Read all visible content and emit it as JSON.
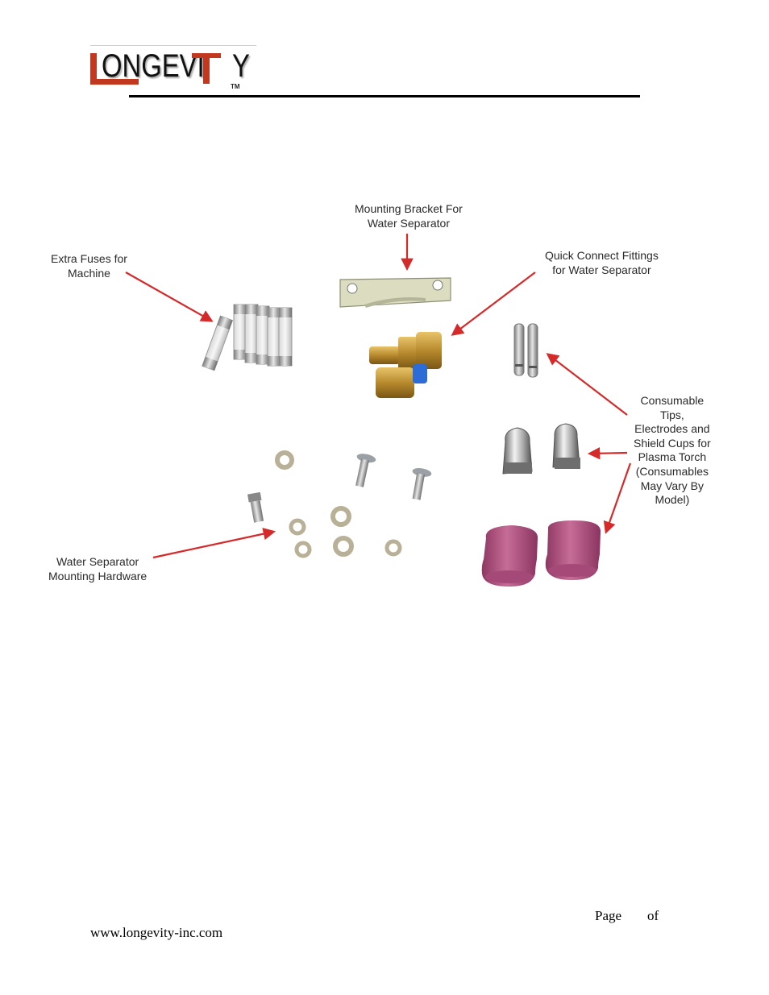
{
  "logo": {
    "text": "ONGEVI",
    "text_tail": "Y",
    "tm": "TM",
    "color_accent": "#c0391f"
  },
  "labels": {
    "bracket": [
      "Mounting Bracket For",
      "Water Separator"
    ],
    "fuses": [
      "Extra Fuses for",
      "Machine"
    ],
    "fittings": [
      "Quick Connect Fittings",
      "for Water Separator"
    ],
    "consumables": [
      "Consumable",
      "Tips,",
      "Electrodes and",
      "Shield Cups for",
      "Plasma Torch",
      "(Consumables",
      "May Vary By",
      "Model)"
    ],
    "hardware": [
      "Water Separator",
      "Mounting Hardware"
    ]
  },
  "footer": {
    "page_label": "Page",
    "of_label": "of",
    "website": "www.longevity-inc.com"
  },
  "colors": {
    "arrow": "#d42a2a",
    "cup": "#b3527f",
    "brass": "#b88a2e"
  }
}
